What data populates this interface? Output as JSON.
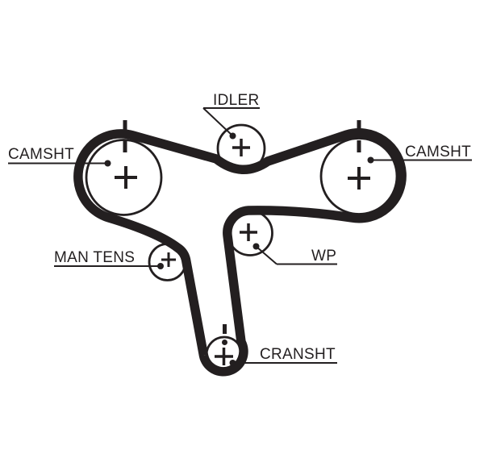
{
  "diagram": {
    "type": "timing-belt-routing-diagram",
    "colors": {
      "ink": "#231f20",
      "background": "#ffffff"
    },
    "labels": {
      "camshaft_left": "CAMSHT",
      "camshaft_right": "CAMSHT",
      "idler": "IDLER",
      "manual_tensioner": "MAN TENS",
      "water_pump": "WP",
      "crankshaft": "CRANSHT"
    },
    "pulley_marks": {
      "center_mark": "+",
      "camshaft_left_timing_mark": "dashed-vertical-tick",
      "camshaft_right_timing_mark": "dashed-vertical-tick",
      "crankshaft_timing_mark": "dash-and-dot-vertical-tick"
    }
  }
}
